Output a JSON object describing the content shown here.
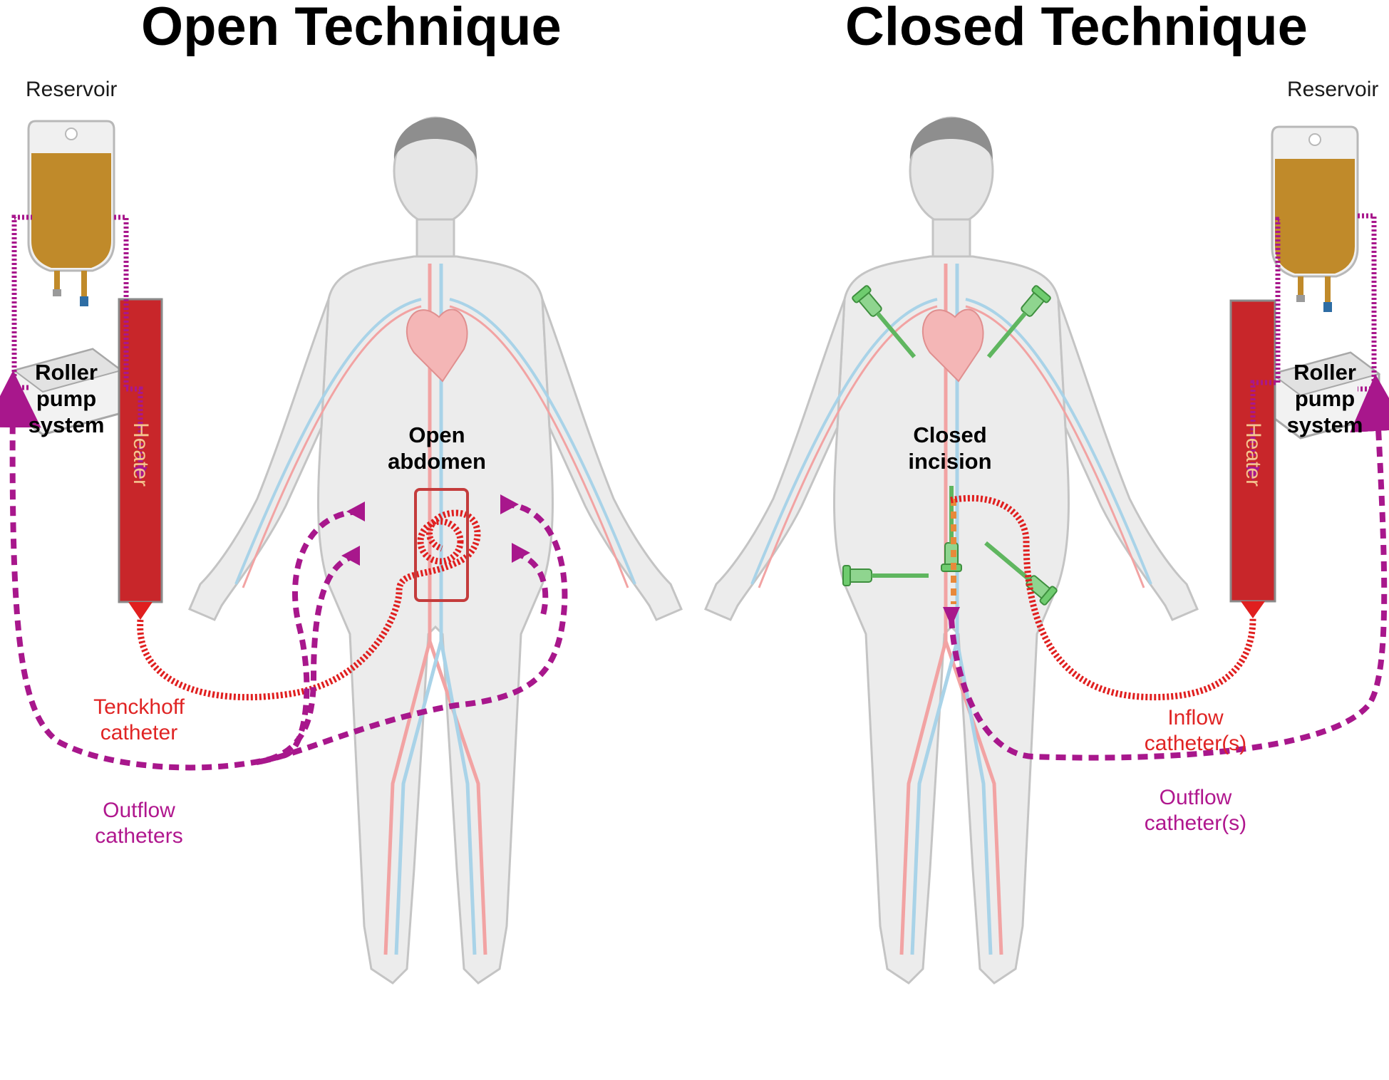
{
  "open": {
    "title": "Open Technique",
    "reservoir": "Reservoir",
    "pump": [
      "Roller",
      "pump",
      "system"
    ],
    "heater": "Heater",
    "site": [
      "Open",
      "abdomen"
    ],
    "inflow": [
      "Tenckhoff",
      "catheter"
    ],
    "outflow": [
      "Outflow",
      "catheters"
    ]
  },
  "closed": {
    "title": "Closed Technique",
    "reservoir": "Reservoir",
    "pump": [
      "Roller",
      "pump",
      "system"
    ],
    "heater": "Heater",
    "site": [
      "Closed",
      "incision"
    ],
    "inflow": [
      "Inflow",
      "catheter(s)"
    ],
    "outflow": [
      "Outflow",
      "catheter(s)"
    ]
  },
  "colors": {
    "inflow": "#e01f1f",
    "outflow": "#a8178c",
    "heater": "#c8262a",
    "fluid": "#c08a2a",
    "body": "#e9e9e9",
    "artery": "#f2a3a3",
    "vein": "#a9d3e8",
    "trocar": "#6fcc6f"
  }
}
